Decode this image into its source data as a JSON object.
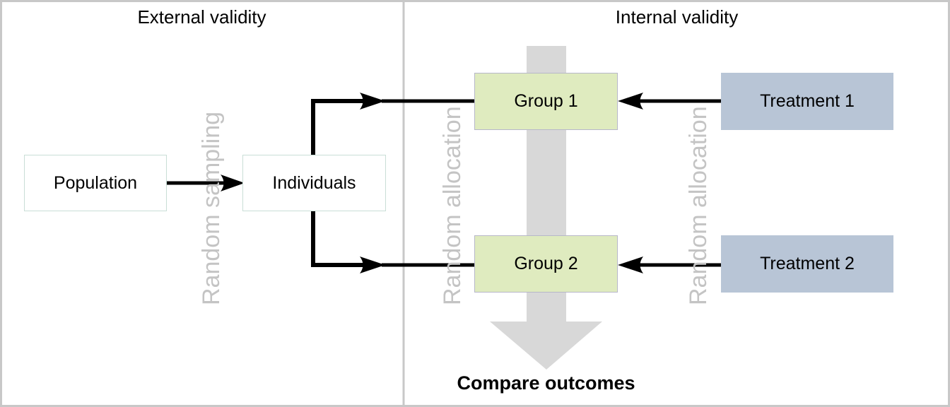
{
  "figure": {
    "panels": [
      {
        "id": "external",
        "title": "External validity"
      },
      {
        "id": "internal",
        "title": "Internal validity"
      }
    ],
    "nodes": {
      "population": "Population",
      "individuals": "Individuals",
      "group1": "Group 1",
      "group2": "Group 2",
      "treatment1": "Treatment 1",
      "treatment2": "Treatment 2"
    },
    "edge_labels": {
      "random_sampling": "Random sampling",
      "random_allocation_left": "Random allocation",
      "random_allocation_right": "Random allocation"
    },
    "outcome_label": "Compare outcomes",
    "colors": {
      "plain_box_fill": "#ffffff",
      "plain_box_border": "#c9ded6",
      "group_box_fill": "#dfebbf",
      "group_box_border": "#b7b7c9",
      "treatment_box_fill": "#b8c5d6",
      "edge_label_gray": "#c4c4c4",
      "big_arrow_gray": "#d8d8d8",
      "frame_border": "#c8c8c8",
      "connector_black": "#000000"
    }
  }
}
